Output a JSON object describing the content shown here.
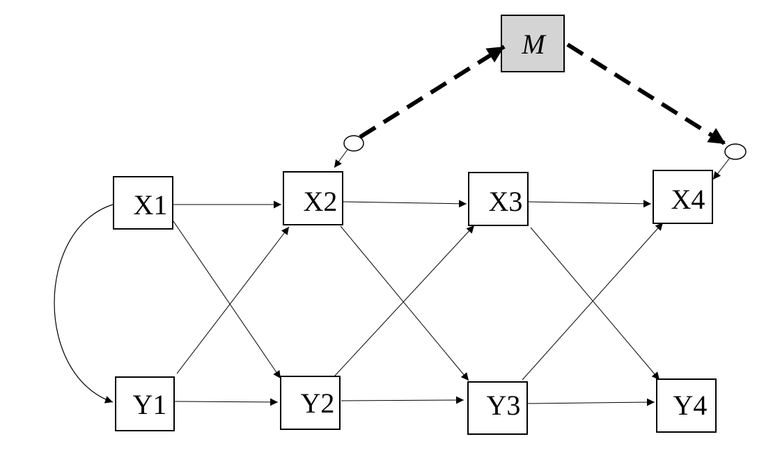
{
  "nodes": {
    "X1": "X1",
    "X2": "X2",
    "X3": "X3",
    "X4": "X4",
    "Y1": "Y1",
    "Y2": "Y2",
    "Y3": "Y3",
    "Y4": "Y4",
    "M": "M"
  },
  "colors": {
    "moderator_fill": "#d4d4d4",
    "stroke": "#000000",
    "background": "#ffffff"
  }
}
